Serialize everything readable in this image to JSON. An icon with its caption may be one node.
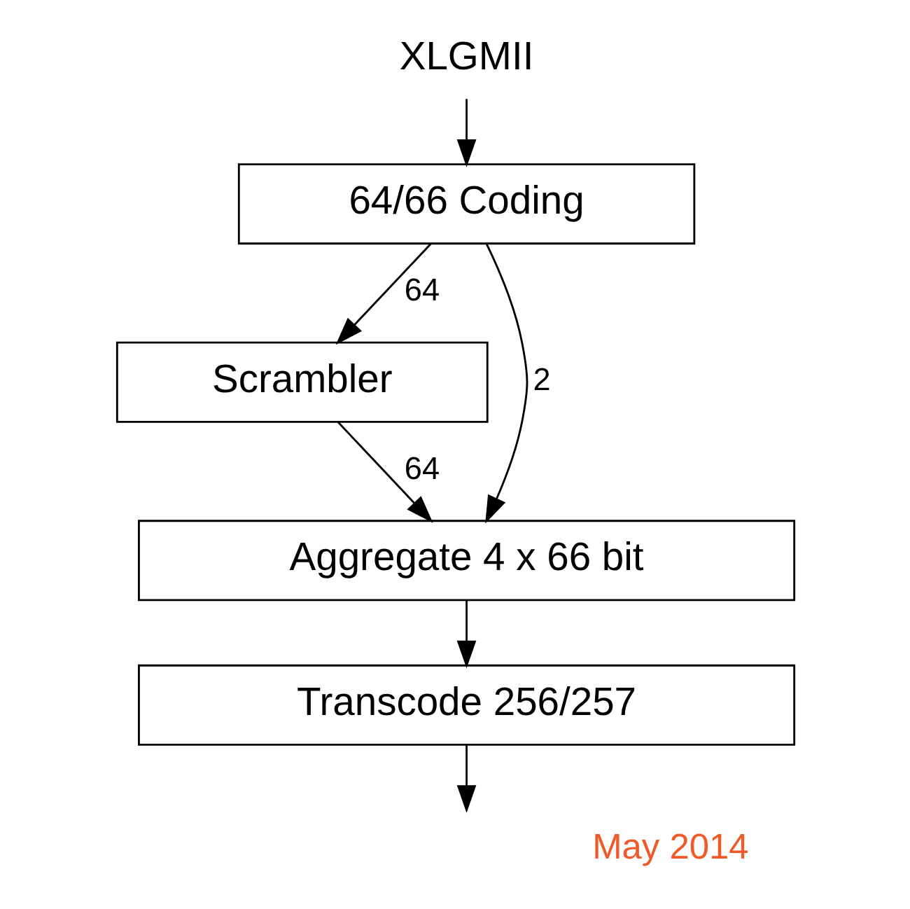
{
  "diagram": {
    "nodes": [
      {
        "text": [
          "XLGMII"
        ]
      },
      {
        "text": [
          "64/66 Coding"
        ]
      },
      {
        "text": [
          "Scrambler"
        ]
      },
      {
        "text": [
          "Aggregate 4 x 66 bit"
        ]
      },
      {
        "text": [
          "Transcode 256/257"
        ]
      }
    ],
    "edges": [
      {
        "from": 0,
        "to": 1,
        "arrow": "to"
      },
      {
        "from": 1,
        "to": 3,
        "arrow": "to",
        "label": "2"
      },
      {
        "from": 1,
        "to": 2,
        "arrow": "to",
        "label": "64"
      },
      {
        "from": 2,
        "to": 3,
        "arrow": "to",
        "label": "64"
      },
      {
        "from": 3,
        "to": 4,
        "arrow": "to"
      },
      {
        "from": 4,
        "to": null,
        "arrow": "to"
      }
    ],
    "labels": [
      "May 2014"
    ]
  }
}
